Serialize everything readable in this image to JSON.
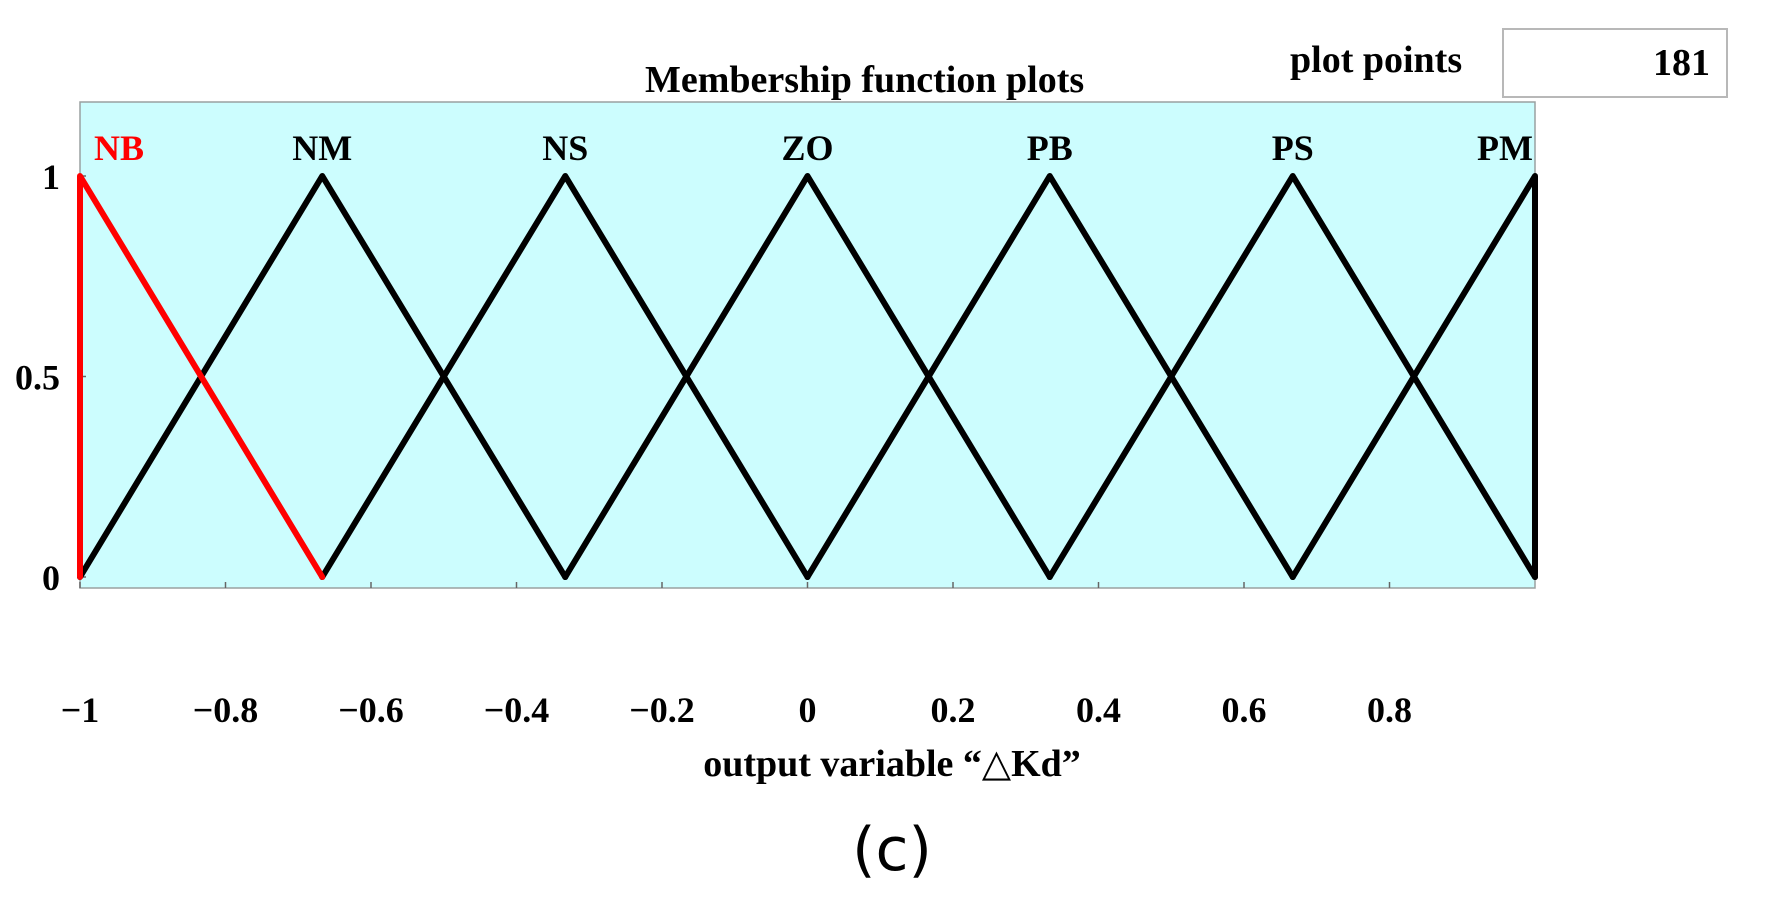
{
  "plot_points": {
    "label": "plot points",
    "value": "181"
  },
  "caption": "(c)",
  "chart_data": {
    "type": "line",
    "title": "Membership function plots",
    "xlabel": "output variable “△Kd”",
    "ylabel": "",
    "xlim": [
      -1,
      1
    ],
    "ylim": [
      0,
      1
    ],
    "xticks": [
      -1,
      -0.8,
      -0.6,
      -0.4,
      -0.2,
      0,
      0.2,
      0.4,
      0.6,
      0.8
    ],
    "xtick_labels": [
      "−1",
      "−0.8",
      "−0.6",
      "−0.4",
      "−0.2",
      "0",
      "0.2",
      "0.4",
      "0.6",
      "0.8"
    ],
    "yticks": [
      0,
      0.5,
      1
    ],
    "ytick_labels": [
      "0",
      "0.5",
      "1"
    ],
    "background_color": "#ccfdfe",
    "series": [
      {
        "name": "NB",
        "color": "#ff0000",
        "x": [
          -1,
          -1,
          -0.667
        ],
        "y": [
          0,
          1,
          0
        ]
      },
      {
        "name": "NM",
        "color": "#000000",
        "x": [
          -1,
          -0.667,
          -0.333
        ],
        "y": [
          0,
          1,
          0
        ]
      },
      {
        "name": "NS",
        "color": "#000000",
        "x": [
          -0.667,
          -0.333,
          0
        ],
        "y": [
          0,
          1,
          0
        ]
      },
      {
        "name": "ZO",
        "color": "#000000",
        "x": [
          -0.333,
          0,
          0.333
        ],
        "y": [
          0,
          1,
          0
        ]
      },
      {
        "name": "PB",
        "color": "#000000",
        "x": [
          0,
          0.333,
          0.667
        ],
        "y": [
          0,
          1,
          0
        ]
      },
      {
        "name": "PS",
        "color": "#000000",
        "x": [
          0.333,
          0.667,
          1
        ],
        "y": [
          0,
          1,
          0
        ]
      },
      {
        "name": "PM",
        "color": "#000000",
        "x": [
          0.667,
          1,
          1
        ],
        "y": [
          0,
          1,
          0
        ]
      }
    ]
  }
}
